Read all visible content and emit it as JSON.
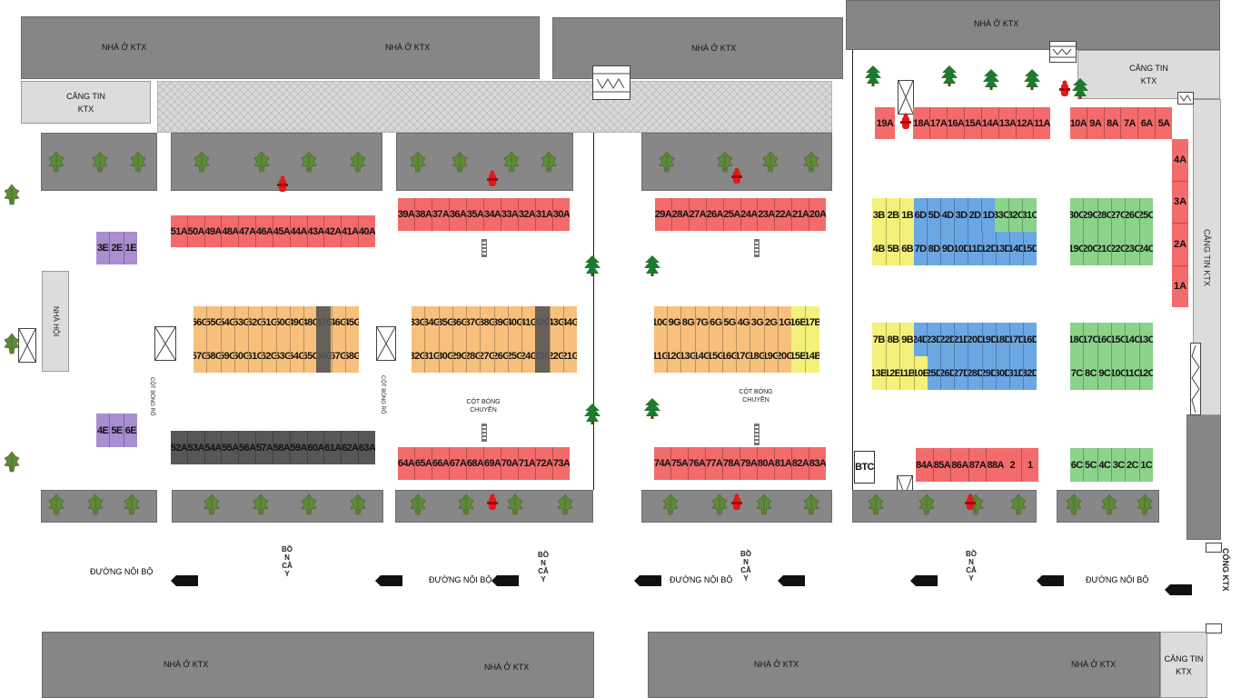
{
  "buildings": {
    "top_left_1": "NHÀ Ở KTX",
    "top_left_2": "NHÀ Ở KTX",
    "top_mid": "NHÀ Ở KTX",
    "top_right": "NHÀ Ở KTX",
    "bottom_1": "NHÀ Ở KTX",
    "bottom_2": "NHÀ Ở KTX",
    "bottom_3": "NHÀ Ở KTX",
    "bottom_4": "NHÀ Ở KTX",
    "nha_hoi": "NHÀ HỘI"
  },
  "canteens": {
    "top_left": [
      "CĂNG TIN",
      "KTX"
    ],
    "top_right": [
      "CĂNG TIN",
      "KTX"
    ],
    "right_side": [
      "CĂNG TIN",
      "KTX"
    ],
    "bottom_right": [
      "CĂNG TIN",
      "KTX"
    ]
  },
  "labels": {
    "road_1": "ĐƯỜNG NỘI BỘ",
    "road_2": "ĐƯỜNG NỘI BỘ",
    "road_3": "ĐƯỜNG NỘI BỘ",
    "road_4": "ĐƯỜNG NỘI BỘ",
    "gate": "CỔNG KTX",
    "planter": "BỒN CÂY",
    "basketball": "CỘT BÓNG RỔ",
    "volleyball_1": [
      "CỘT BÓNG",
      "CHUYỀN"
    ],
    "volleyball_2": [
      "CỘT BÓNG",
      "CHUYỀN"
    ],
    "btc": "BTC"
  },
  "stalls": {
    "row_51_40": [
      "51A",
      "50A",
      "49A",
      "48A",
      "47A",
      "46A",
      "45A",
      "44A",
      "43A",
      "42A",
      "41A",
      "40A"
    ],
    "row_39_30": [
      "39A",
      "38A",
      "37A",
      "36A",
      "35A",
      "34A",
      "33A",
      "32A",
      "31A",
      "30A"
    ],
    "row_29_20": [
      "29A",
      "28A",
      "27A",
      "26A",
      "25A",
      "24A",
      "23A",
      "22A",
      "21A",
      "20A"
    ],
    "row_19": [
      "19A"
    ],
    "row_18_11": [
      "18A",
      "17A",
      "16A",
      "15A",
      "14A",
      "13A",
      "12A",
      "11A"
    ],
    "row_10_5": [
      "10A",
      "9A",
      "8A",
      "7A",
      "6A",
      "5A"
    ],
    "col_4_1": [
      "4A",
      "3A",
      "2A",
      "1A"
    ],
    "row_E_top": [
      "3E",
      "2E",
      "1E"
    ],
    "row_E_bot": [
      "4E",
      "5E",
      "6E"
    ],
    "g_left_top": [
      "56G",
      "55G",
      "54G",
      "53G",
      "52G",
      "51G",
      "50G",
      "49G",
      "48G",
      "47G",
      "46G",
      "45G"
    ],
    "g_left_bot": [
      "57G",
      "58G",
      "59G",
      "60G",
      "61G",
      "62G",
      "63G",
      "64G",
      "65G",
      "66G",
      "67G",
      "68G"
    ],
    "g_mid_top": [
      "33G",
      "34G",
      "35G",
      "36G",
      "37G",
      "38G",
      "39G",
      "40G",
      "41G",
      "42G",
      "43G",
      "44G"
    ],
    "g_mid_bot": [
      "32G",
      "31G",
      "30G",
      "29G",
      "28G",
      "27G",
      "26G",
      "25G",
      "24G",
      "23G",
      "22G",
      "21G"
    ],
    "g_right_top": [
      "10G",
      "9G",
      "8G",
      "7G",
      "6G",
      "5G",
      "4G",
      "3G",
      "2G",
      "1G"
    ],
    "g_right_top_b": [
      "16B",
      "17B"
    ],
    "g_right_bot": [
      "11G",
      "12G",
      "13G",
      "14G",
      "15G",
      "16G",
      "17G",
      "18G",
      "19G",
      "20G"
    ],
    "g_right_bot_b": [
      "15B",
      "14B"
    ],
    "row_52_63": [
      "52A",
      "53A",
      "54A",
      "55A",
      "56A",
      "57A",
      "58A",
      "59A",
      "60A",
      "61A",
      "62A",
      "63A"
    ],
    "row_64_73": [
      "64A",
      "65A",
      "66A",
      "67A",
      "68A",
      "69A",
      "70A",
      "71A",
      "72A",
      "73A"
    ],
    "row_74_83": [
      "74A",
      "75A",
      "76A",
      "77A",
      "78A",
      "79A",
      "80A",
      "81A",
      "82A",
      "83A"
    ],
    "row_84_88": [
      "84A",
      "85A",
      "86A",
      "87A",
      "88A"
    ],
    "row_2_1": [
      "2",
      "1"
    ],
    "b_top_yellow": [
      "3B",
      "2B",
      "1B"
    ],
    "d_top_blue": [
      "6D",
      "5D",
      "4D",
      "3D",
      "2D",
      "1D"
    ],
    "c_top_green": [
      "33C",
      "32C",
      "31C"
    ],
    "b_bot_yellow": [
      "4B",
      "5B",
      "6B"
    ],
    "d_bot_blue": [
      "7D",
      "8D",
      "9D",
      "10D",
      "11D",
      "12D",
      "13D",
      "14D",
      "15D"
    ],
    "c_right_top": [
      "30C",
      "29C",
      "28C",
      "27C",
      "26C",
      "25C"
    ],
    "c_right_bot": [
      "19C",
      "20C",
      "21C",
      "22C",
      "23C",
      "24C"
    ],
    "b_mid_top_yellow": [
      "7B",
      "8B",
      "9B"
    ],
    "d_mid_top_blue": [
      "24D",
      "23D",
      "22D",
      "21D",
      "20D",
      "19D",
      "18D",
      "17D",
      "16D"
    ],
    "b_mid_bot_yellow": [
      "13B",
      "12B",
      "11B",
      "10B"
    ],
    "d_mid_bot_blue": [
      "25D",
      "26D",
      "27D",
      "28D",
      "29D",
      "30D",
      "31D",
      "32D"
    ],
    "c_right_mid_top": [
      "18C",
      "17C",
      "16C",
      "15C",
      "14C",
      "13C"
    ],
    "c_right_mid_bot": [
      "7C",
      "8C",
      "9C",
      "10C",
      "11C",
      "12C"
    ],
    "c_bottom_right": [
      "6C",
      "5C",
      "4C",
      "3C",
      "2C",
      "1C"
    ]
  },
  "colors": {
    "red_stall": "#f36b6b",
    "orange_stall": "#f8c07d",
    "dark_stall": "#575757",
    "purple_stall": "#a98ed0",
    "yellow_stall": "#f4f17a",
    "blue_stall": "#6ba8e3",
    "green_stall": "#8bd38a",
    "building": "#868686"
  }
}
